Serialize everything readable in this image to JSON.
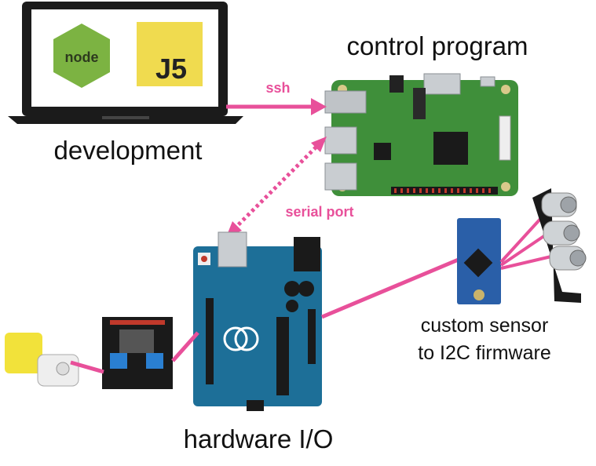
{
  "laptop": {
    "node_logo_text": "node",
    "j5_logo_text": "J5",
    "caption": "development"
  },
  "raspberry_pi": {
    "caption": "control program"
  },
  "connections": {
    "ssh_label": "ssh",
    "serial_label": "serial port"
  },
  "arduino": {
    "caption": "hardware I/O"
  },
  "sensor": {
    "caption_line1": "custom sensor",
    "caption_line2": "to I2C firmware"
  },
  "colors": {
    "accent": "#e8509a",
    "pcb_green": "#3f8f3a",
    "arduino_blue": "#1d6f98",
    "promini_blue": "#2a5fa8",
    "node_green": "#7cb342",
    "js_yellow": "#f0db4f"
  }
}
